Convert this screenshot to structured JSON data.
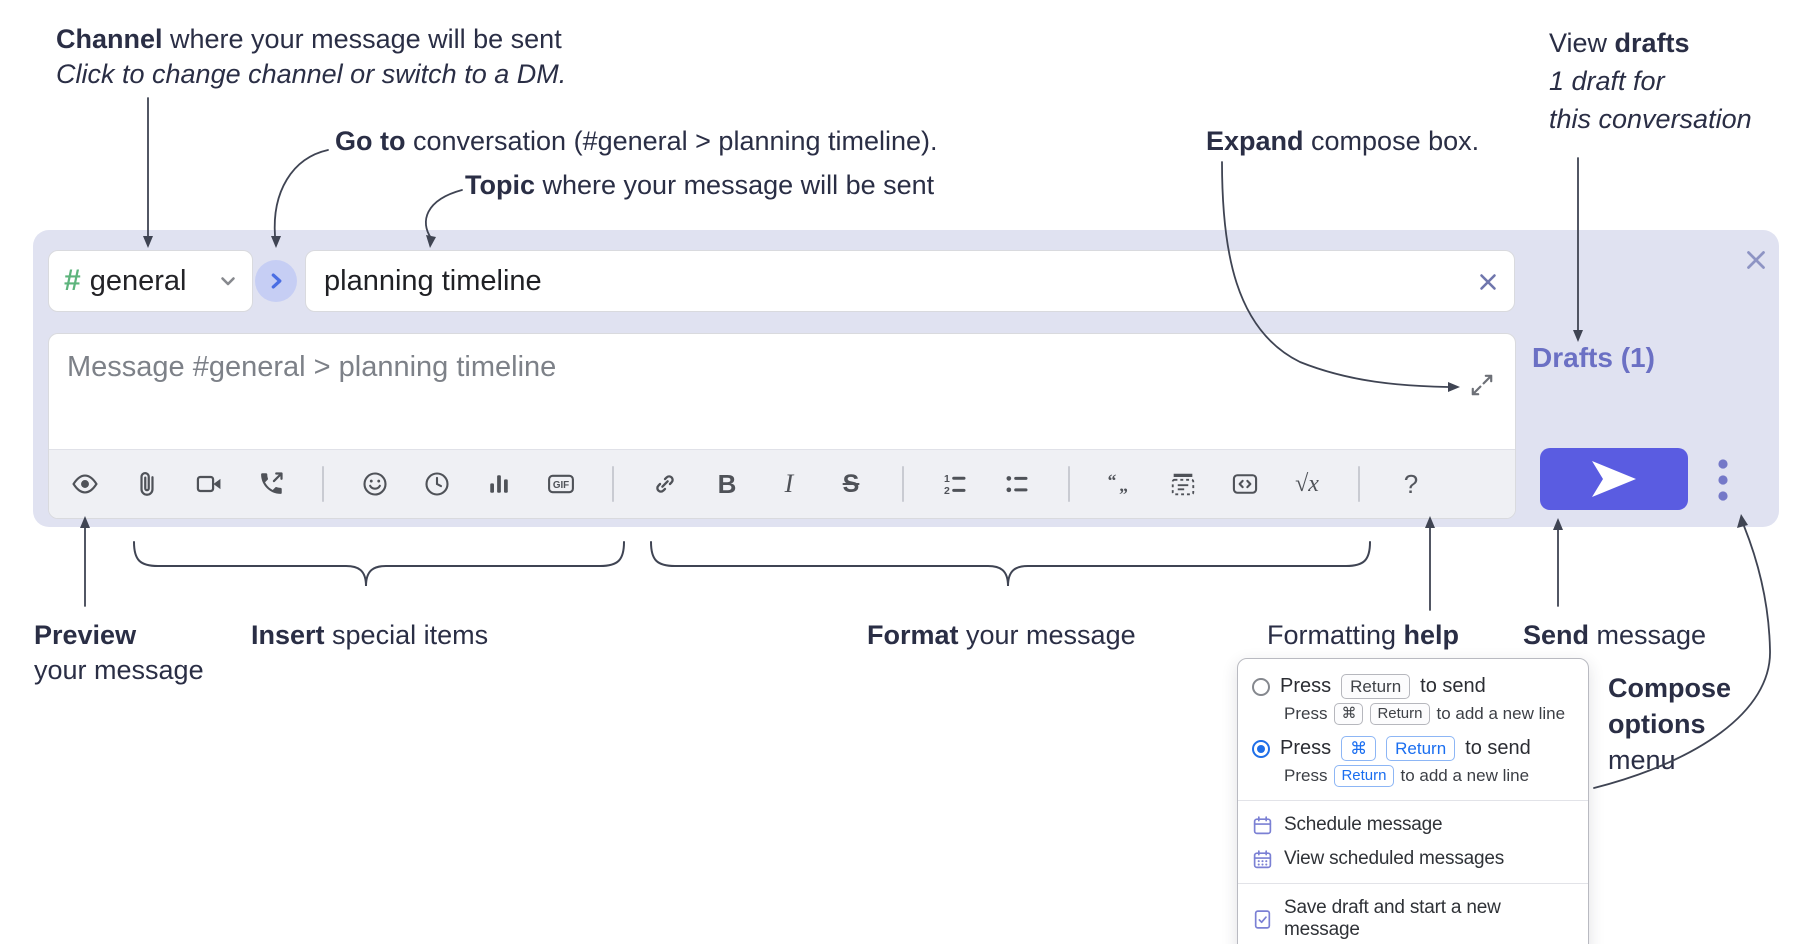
{
  "annotations": {
    "channel": {
      "lead": "Channel",
      "rest": " where your message will be sent",
      "sub": "Click to change channel or switch to a DM."
    },
    "go_to": {
      "lead": "Go to",
      "rest": " conversation (#general > planning timeline)."
    },
    "topic": {
      "lead": "Topic",
      "rest": " where your message will be sent"
    },
    "expand": {
      "lead": "Expand",
      "rest": " compose box."
    },
    "view_drafts": {
      "pre": "View ",
      "lead": "drafts",
      "line2": "1 draft for",
      "line3": "this conversation"
    },
    "preview": {
      "lead": "Preview",
      "line2": "your message"
    },
    "insert": {
      "lead": "Insert",
      "rest": " special items"
    },
    "format": {
      "lead": "Format",
      "rest": " your message"
    },
    "formatting_help": {
      "pre": "Formatting ",
      "lead": "help"
    },
    "send": {
      "lead": "Send",
      "rest": " message"
    },
    "compose_options": {
      "line1": "Compose",
      "line2": "options",
      "line3": "menu"
    }
  },
  "composer": {
    "hash": "#",
    "channel_name": "general",
    "topic_value": "planning timeline",
    "message_placeholder": "Message #general > planning timeline",
    "drafts_label": "Drafts (1)",
    "toolbar": {
      "gif": "GIF",
      "bold": "B",
      "italic": "I",
      "strike": "S",
      "formula": "√x",
      "help": "?"
    },
    "toolbar_icon_names": [
      "eye",
      "paperclip",
      "video-camera",
      "phone-call",
      "smiley",
      "clock",
      "bar-chart-poll",
      "gif",
      "link",
      "bold",
      "italic",
      "strikethrough",
      "numbered-list",
      "bulleted-list",
      "quote",
      "spoiler",
      "code",
      "math-formula",
      "help"
    ]
  },
  "options_menu": {
    "option_return": {
      "press": "Press",
      "key": "Return",
      "tail": "to send",
      "sub_press": "Press",
      "sub_key1": "⌘",
      "sub_key2": "Return",
      "sub_tail": "to add a new line",
      "selected": false
    },
    "option_cmd_return": {
      "press": "Press",
      "key1": "⌘",
      "key2": "Return",
      "tail": "to send",
      "sub_press": "Press",
      "sub_key": "Return",
      "sub_tail": "to add a new line",
      "selected": true
    },
    "schedule": "Schedule message",
    "view_scheduled": "View scheduled messages",
    "save_draft": "Save draft and start a new message"
  },
  "colors": {
    "container_bg": "#e0e2f1",
    "send_accent": "#5a5ce1",
    "hash_green": "#5db47c",
    "go_circle_bg": "#c6cef4",
    "go_arrow_blue": "#4b6ee3",
    "drafts_purple": "#6b70c4",
    "close_x_purple": "#8e94c4",
    "radio_selected_blue": "#1f6fe8",
    "key_blue": "#1a6ef0",
    "menu_icon_purple": "#7b80d4",
    "annotation_text": "#2a2e45",
    "connector_line": "#3f4453"
  }
}
